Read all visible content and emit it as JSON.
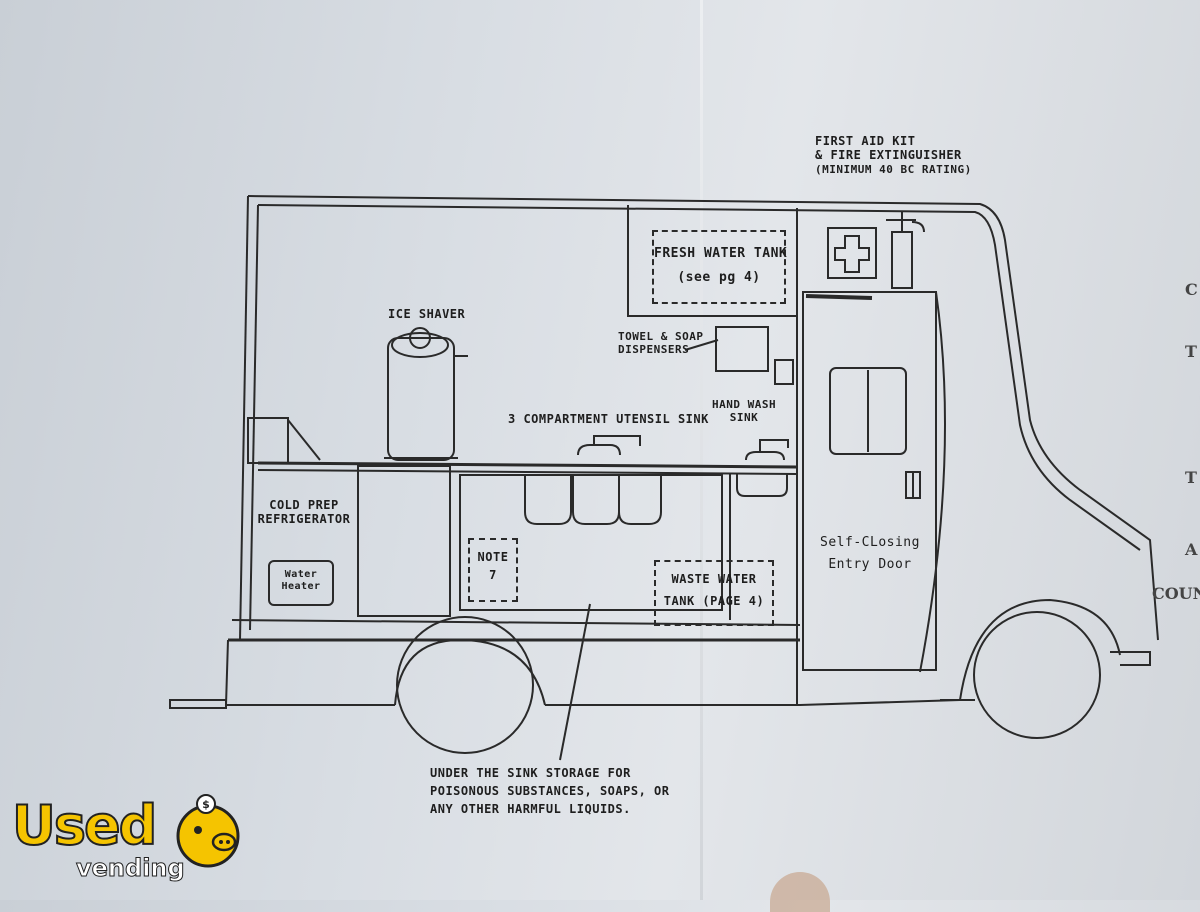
{
  "labels": {
    "first_aid": [
      "FIRST AID KIT",
      "& FIRE EXTINGUISHER",
      "(MINIMUM 40 BC RATING)"
    ],
    "fresh_water": [
      "FRESH WATER TANK",
      "(see pg 4)"
    ],
    "towel_soap": [
      "TOWEL & SOAP",
      "DISPENSERS"
    ],
    "ice_shaver": "ICE SHAVER",
    "utensil_sink": "3 COMPARTMENT UTENSIL SINK",
    "hand_wash": [
      "HAND WASH",
      "SINK"
    ],
    "cold_prep": [
      "COLD PREP",
      "REFRIGERATOR"
    ],
    "water_heater": [
      "Water",
      "Heater"
    ],
    "note": [
      "NOTE",
      "7"
    ],
    "waste_water": [
      "WASTE WATER",
      "TANK (PAGE 4)"
    ],
    "entry_door": [
      "Self-CLosing",
      "Entry Door"
    ],
    "storage_note": [
      "UNDER THE SINK STORAGE FOR",
      "POISONOUS SUBSTANCES, SOAPS, OR",
      "ANY OTHER HARMFUL LIQUIDS."
    ]
  },
  "edge_text": [
    "C",
    "T",
    "T",
    "A",
    "COUN"
  ],
  "watermark": {
    "main": "Used",
    "sub": "vending"
  },
  "colors": {
    "ink": "#2a2a2a",
    "paper": "#dde1e5",
    "logo_yellow": "#f5c400"
  }
}
